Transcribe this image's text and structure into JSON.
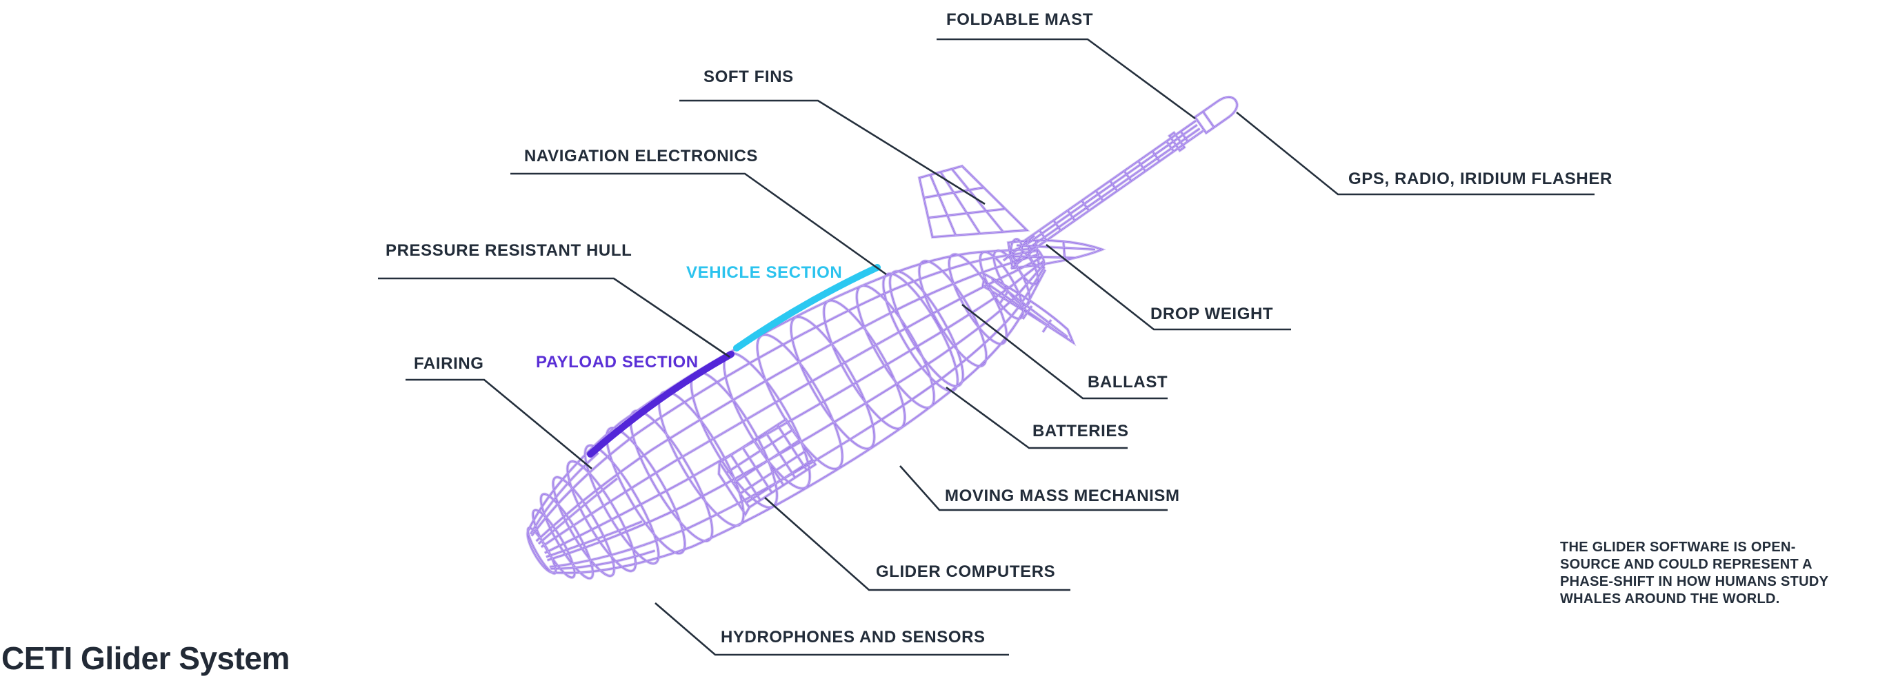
{
  "main": {
    "title": "CETI Glider System"
  },
  "annotation": {
    "text": "THE GLIDER SOFTWARE IS OPEN-\nSOURCE AND COULD REPRESENT A\nPHASE-SHIFT IN HOW HUMANS STUDY\nWHALES AROUND THE WORLD."
  },
  "sections": [
    {
      "id": "vehicle-section",
      "label": "VEHICLE SECTION",
      "color": "#2bc8f1"
    },
    {
      "id": "payload-section",
      "label": "PAYLOAD SECTION",
      "color": "#5a2fd6"
    }
  ],
  "callouts": [
    {
      "id": "foldable-mast",
      "text": "FOLDABLE MAST"
    },
    {
      "id": "soft-fins",
      "text": "SOFT FINS"
    },
    {
      "id": "navigation-electronics",
      "text": "NAVIGATION ELECTRONICS"
    },
    {
      "id": "pressure-resistant-hull",
      "text": "PRESSURE RESISTANT HULL"
    },
    {
      "id": "fairing",
      "text": "FAIRING"
    },
    {
      "id": "gps-radio-iridium-flasher",
      "text": "GPS, RADIO, IRIDIUM FLASHER"
    },
    {
      "id": "drop-weight",
      "text": "DROP WEIGHT"
    },
    {
      "id": "ballast",
      "text": "BALLAST"
    },
    {
      "id": "batteries",
      "text": "BATTERIES"
    },
    {
      "id": "moving-mass-mechanism",
      "text": "MOVING MASS MECHANISM"
    },
    {
      "id": "glider-computers",
      "text": "GLIDER COMPUTERS"
    },
    {
      "id": "hydrophones-and-sensors",
      "text": "HYDROPHONES AND SENSORS"
    }
  ],
  "colors": {
    "label_text": "#222c39",
    "leader_line": "#242f3c",
    "wireframe": "#8a5fe3",
    "vehicle_highlight": "#2bc8f1",
    "payload_highlight": "#5326d8",
    "title_text": "#222a36",
    "background": "#ffffff"
  }
}
